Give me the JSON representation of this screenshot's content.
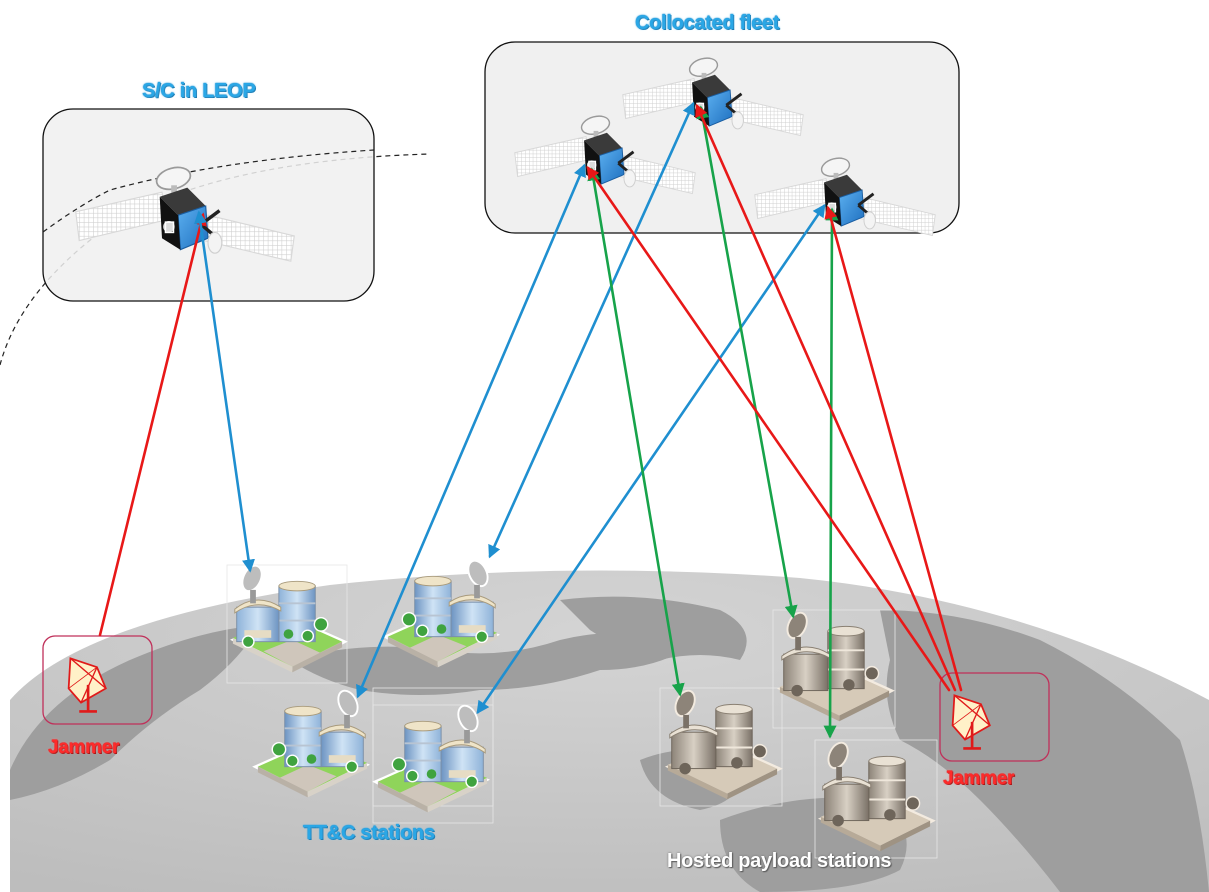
{
  "title": "Spacecraft TT&C and hosted payload links with jamming threats",
  "groups": {
    "leop": {
      "label": "S/C in LEOP"
    },
    "fleet": {
      "label": "Collocated fleet"
    },
    "ttc": {
      "label": "TT&C stations"
    },
    "hosted": {
      "label": "Hosted payload stations"
    },
    "jammer_left": {
      "label": "Jammer"
    },
    "jammer_right": {
      "label": "Jammer"
    }
  },
  "colors": {
    "ttc_link": "#1f8fd0",
    "hosted_link": "#17a34a",
    "jamming_link": "#e81818",
    "jammer_box": "#c0305a",
    "satellite_body": "#2f86d6",
    "globe_land": "#9a9a9a",
    "globe_sea": "#c8c8c8",
    "group_box_fill": "#f0f0f0"
  },
  "legend_semantics": {
    "blue": "TT&C link",
    "green": "Hosted payload link",
    "red": "Jamming signal"
  },
  "nodes": [
    {
      "id": "sat_leop",
      "type": "satellite",
      "group": "leop"
    },
    {
      "id": "sat_fleet_1",
      "type": "satellite",
      "group": "fleet"
    },
    {
      "id": "sat_fleet_2",
      "type": "satellite",
      "group": "fleet"
    },
    {
      "id": "sat_fleet_3",
      "type": "satellite",
      "group": "fleet"
    },
    {
      "id": "ttc_1",
      "type": "ttc-station",
      "group": "ttc"
    },
    {
      "id": "ttc_2",
      "type": "ttc-station",
      "group": "ttc"
    },
    {
      "id": "ttc_3",
      "type": "ttc-station",
      "group": "ttc"
    },
    {
      "id": "ttc_4",
      "type": "ttc-station",
      "group": "ttc"
    },
    {
      "id": "hp_1",
      "type": "hosted-payload-station",
      "group": "hosted"
    },
    {
      "id": "hp_2",
      "type": "hosted-payload-station",
      "group": "hosted"
    },
    {
      "id": "hp_3",
      "type": "hosted-payload-station",
      "group": "hosted"
    },
    {
      "id": "jammer_l",
      "type": "jammer",
      "group": "jammer_left"
    },
    {
      "id": "jammer_r",
      "type": "jammer",
      "group": "jammer_right"
    }
  ],
  "links": [
    {
      "from": "jammer_l",
      "to": "sat_leop",
      "kind": "jamming",
      "direction": "uplink"
    },
    {
      "from": "sat_leop",
      "to": "ttc_1",
      "kind": "ttc",
      "direction": "bidirectional"
    },
    {
      "from": "sat_fleet_1",
      "to": "ttc_3",
      "kind": "ttc",
      "direction": "bidirectional"
    },
    {
      "from": "sat_fleet_2",
      "to": "ttc_2",
      "kind": "ttc",
      "direction": "bidirectional"
    },
    {
      "from": "sat_fleet_3",
      "to": "ttc_4",
      "kind": "ttc",
      "direction": "bidirectional"
    },
    {
      "from": "sat_fleet_1",
      "to": "hp_1",
      "kind": "hosted",
      "direction": "bidirectional"
    },
    {
      "from": "sat_fleet_2",
      "to": "hp_2",
      "kind": "hosted",
      "direction": "bidirectional"
    },
    {
      "from": "sat_fleet_3",
      "to": "hp_3",
      "kind": "hosted",
      "direction": "bidirectional"
    },
    {
      "from": "jammer_r",
      "to": "sat_fleet_1",
      "kind": "jamming",
      "direction": "uplink"
    },
    {
      "from": "jammer_r",
      "to": "sat_fleet_2",
      "kind": "jamming",
      "direction": "uplink"
    },
    {
      "from": "jammer_r",
      "to": "sat_fleet_3",
      "kind": "jamming",
      "direction": "uplink"
    }
  ]
}
